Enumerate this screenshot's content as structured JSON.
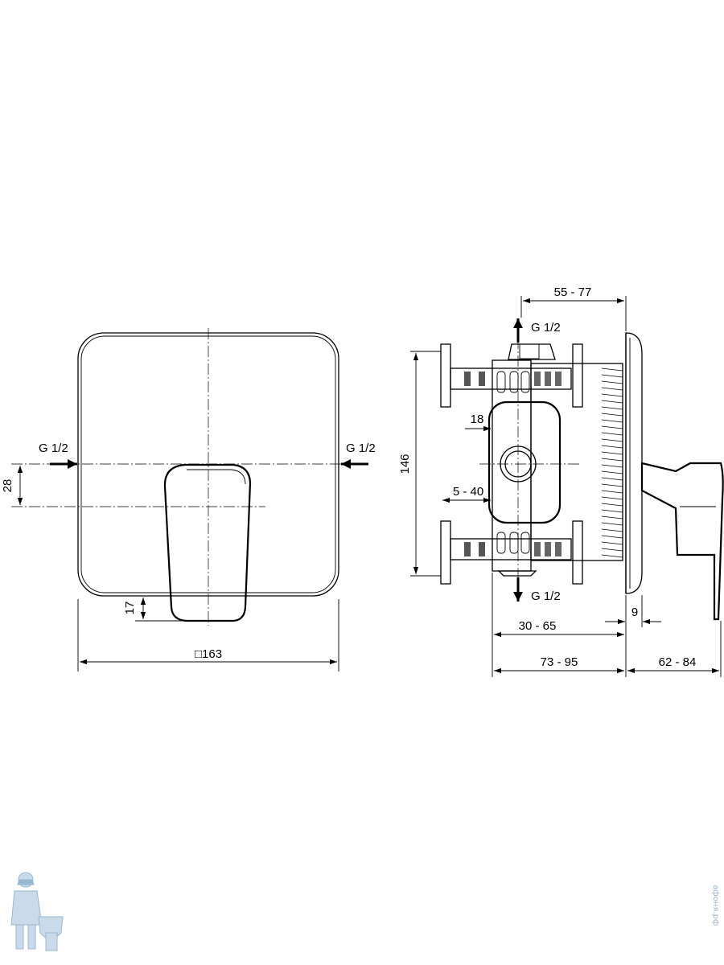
{
  "front_view": {
    "inlet_left": "G 1/2",
    "inlet_right": "G 1/2",
    "dim_offset": "28",
    "dim_lever_gap": "17",
    "dim_width": "□163"
  },
  "side_view": {
    "inlet_top": "G 1/2",
    "inlet_bottom": "G 1/2",
    "dim_depth_top": "55 - 77",
    "dim_height": "146",
    "dim_18": "18",
    "dim_5_40": "5 - 40",
    "dim_9": "9",
    "dim_30_65": "30 - 65",
    "dim_73_95": "73 - 95",
    "dim_62_84": "62 - 84"
  },
  "watermark": {
    "text": "афоня.рф",
    "logo": "plumber-mascot-logo"
  },
  "colors": {
    "line": "#000000",
    "watermark": "#9bb6cf"
  }
}
